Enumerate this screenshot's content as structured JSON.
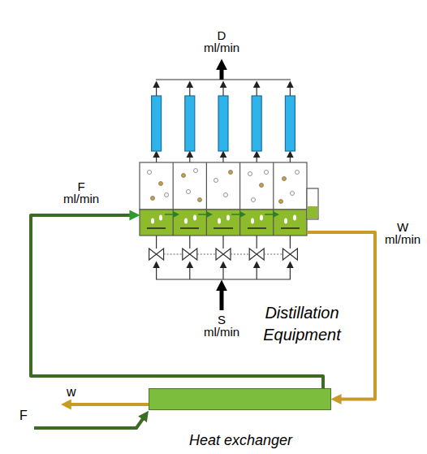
{
  "diagram": {
    "nodes": [
      {
        "text": [
          "Distillation Equipment"
        ]
      },
      {
        "text": [
          "Heat exchanger"
        ]
      }
    ],
    "edges": [
      {
        "from": 0,
        "to": 1,
        "arrow": "to",
        "label": "W ml/min"
      },
      {
        "from": 1,
        "to": 0,
        "arrow": "to",
        "label": "F ml/min"
      }
    ],
    "labels": [
      "D ml/min",
      "S ml/min",
      "F",
      "w"
    ]
  }
}
